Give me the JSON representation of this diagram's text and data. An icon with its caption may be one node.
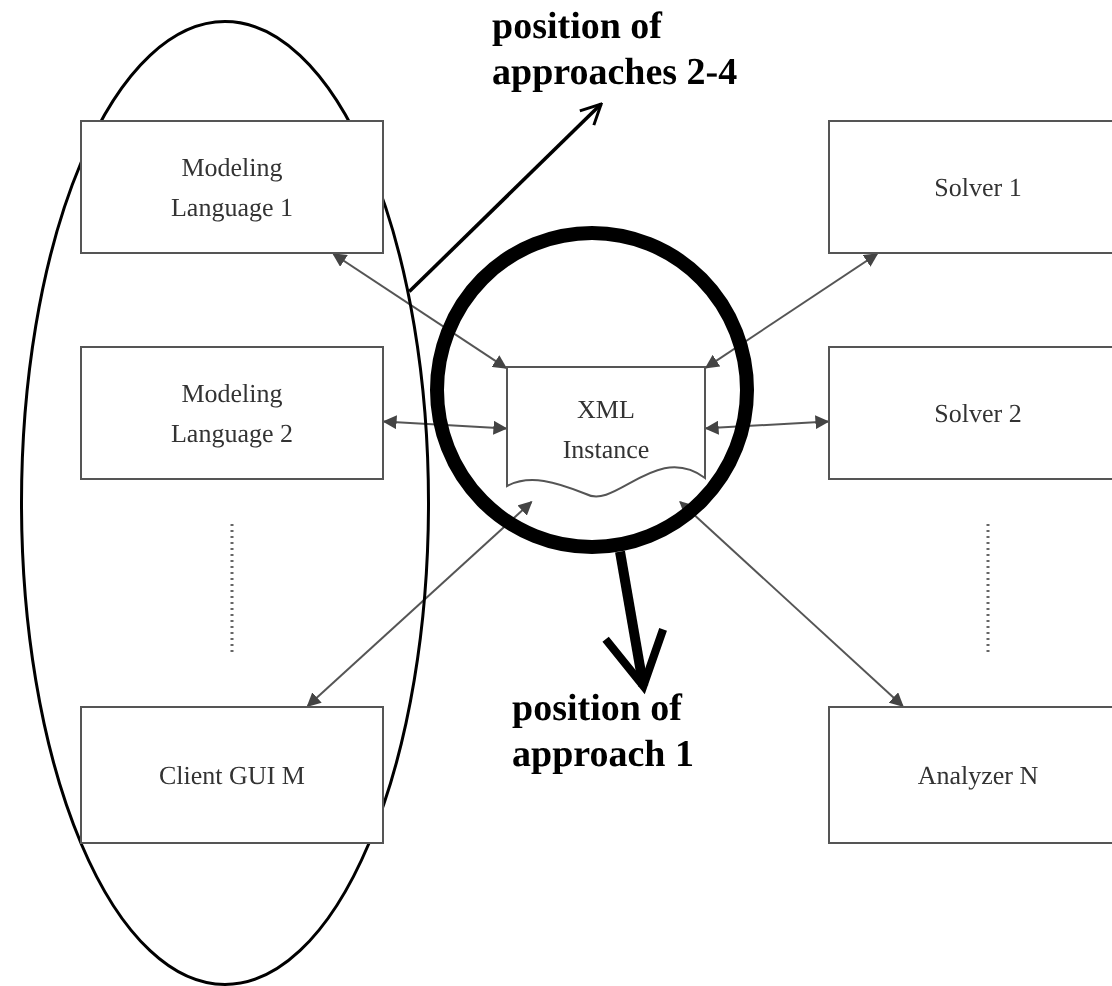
{
  "diagram": {
    "nodes": [
      {
        "text": [],
        "shape": "ellipse"
      },
      {
        "text": [
          "Modeling Language 1"
        ],
        "in": 0
      },
      {
        "text": [
          "Modeling Language 2"
        ],
        "in": 0
      },
      {
        "text": [
          "Client GUI M"
        ],
        "in": 0
      },
      {
        "text": [
          "XML Instance"
        ],
        "in": 8
      },
      {
        "text": [
          "Solver 1"
        ]
      },
      {
        "text": [
          "Solver 2"
        ]
      },
      {
        "text": [
          "Analyzer N"
        ]
      },
      {
        "text": [],
        "shape": "circle"
      },
      {
        "text": [
          "position of approaches 2-4"
        ]
      },
      {
        "text": [
          "position of approach 1"
        ]
      }
    ],
    "edges": [
      {
        "from": 4,
        "to": 1,
        "arrow": "both"
      },
      {
        "from": 4,
        "to": 2,
        "arrow": "both"
      },
      {
        "from": 4,
        "to": 3,
        "arrow": "both"
      },
      {
        "from": 4,
        "to": 5,
        "arrow": "both"
      },
      {
        "from": 4,
        "to": 6,
        "arrow": "both"
      },
      {
        "from": 4,
        "to": 7,
        "arrow": "both"
      },
      {
        "from": 0,
        "to": 9,
        "arrow": "to",
        "color": "#000000"
      },
      {
        "from": 8,
        "to": 10,
        "arrow": "to",
        "style": "thick",
        "color": "#000000"
      }
    ]
  }
}
